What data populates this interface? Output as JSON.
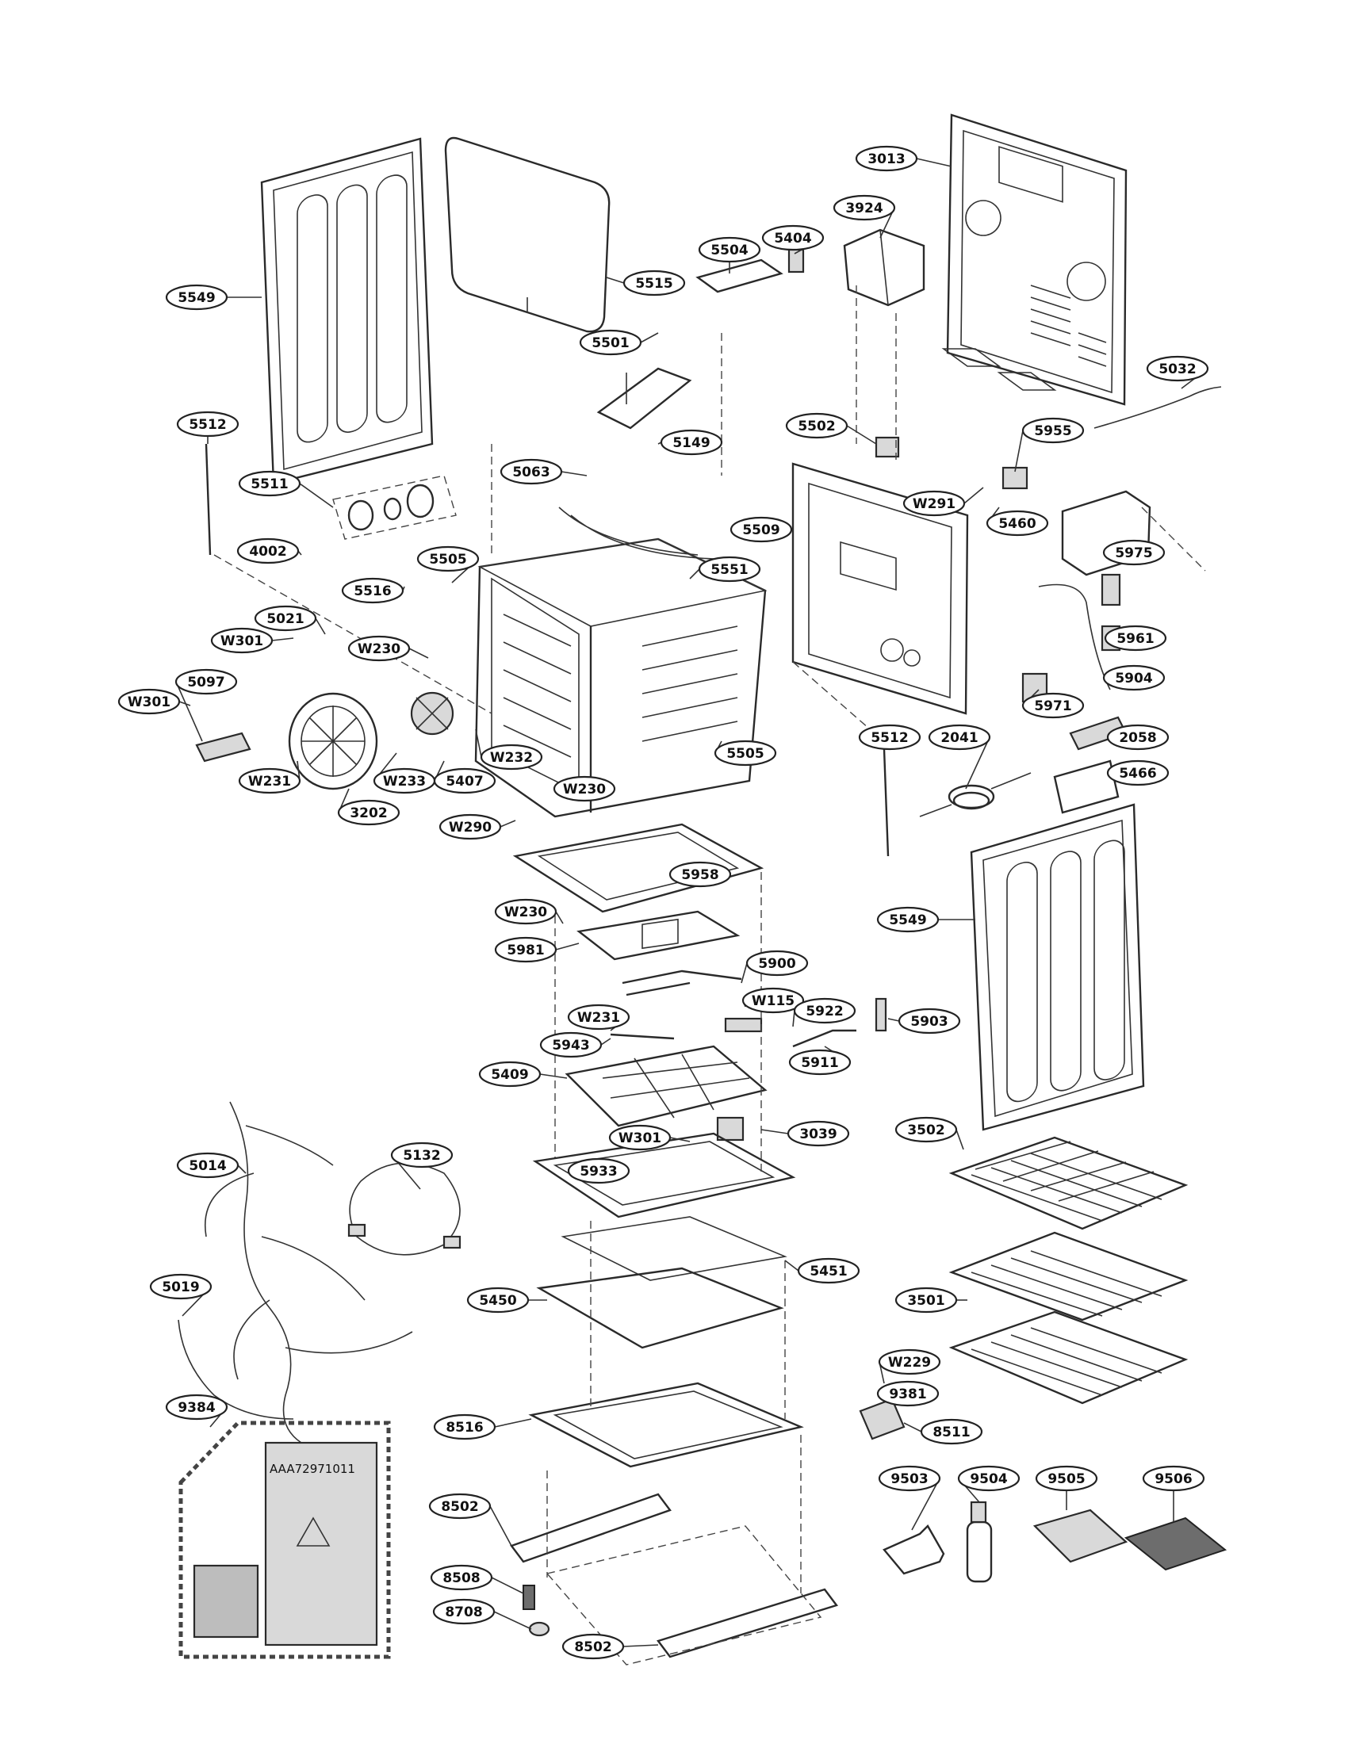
{
  "callouts": [
    "3013",
    "3924",
    "5404",
    "5504",
    "5515",
    "5549",
    "5501",
    "5032",
    "5512",
    "5502",
    "5955",
    "5149",
    "5063",
    "5511",
    "W291",
    "5460",
    "5509",
    "5975",
    "4002",
    "5505",
    "5551",
    "5516",
    "5021",
    "W301",
    "W230",
    "5961",
    "5097",
    "W301",
    "5904",
    "5971",
    "5512",
    "2041",
    "2058",
    "W232",
    "5505",
    "5466",
    "W231",
    "W233",
    "5407",
    "W230",
    "3202",
    "W290",
    "5958",
    "5549",
    "W230",
    "5981",
    "5900",
    "W115",
    "W231",
    "5922",
    "5903",
    "5943",
    "5911",
    "5409",
    "3039",
    "W301",
    "5933",
    "3502",
    "5132",
    "5014",
    "5451",
    "5450",
    "3501",
    "5019",
    "W229",
    "9381",
    "9384",
    "8516",
    "8511",
    "9503",
    "9504",
    "9505",
    "9506",
    "8502",
    "8508",
    "8708",
    "8502"
  ],
  "package_label": "AAA72971011",
  "colors": {
    "line": "#2a2a2a",
    "background": "#ffffff",
    "shade": "#d9d9d9",
    "dark_pad": "#6d6d6d"
  }
}
